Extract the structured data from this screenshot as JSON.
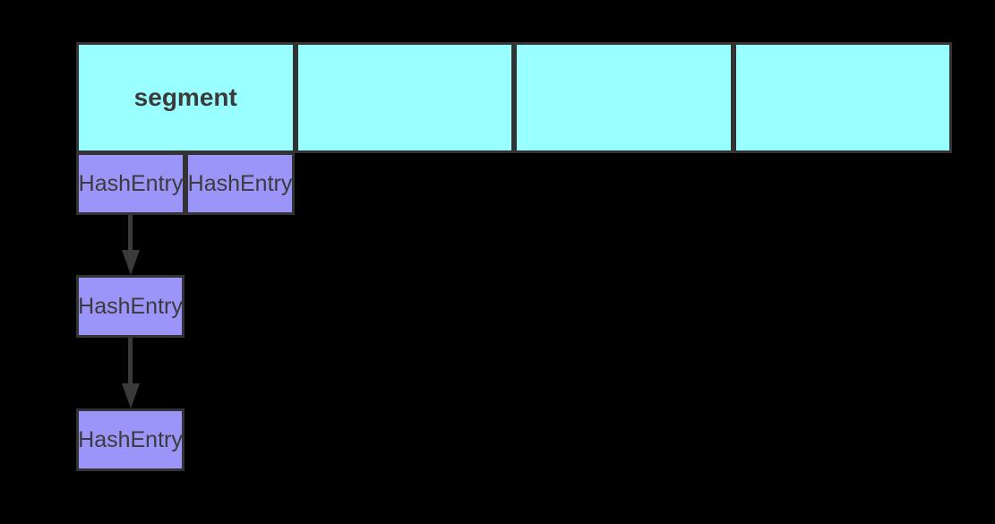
{
  "colors": {
    "background": "#000000",
    "segment_fill": "#99FFFF",
    "hash_entry_fill": "#9B95F9",
    "border": "#333333",
    "text": "#3B3B3B",
    "arrow": "#3A3A3A"
  },
  "segment_array": {
    "cells": [
      {
        "label": "segment"
      },
      {
        "label": ""
      },
      {
        "label": ""
      },
      {
        "label": ""
      }
    ]
  },
  "hash_entry_bucket_row": {
    "entries": [
      {
        "label": "HashEntry"
      },
      {
        "label": "HashEntry"
      }
    ]
  },
  "linked_chain": {
    "nodes": [
      {
        "label": "HashEntry"
      },
      {
        "label": "HashEntry"
      }
    ]
  }
}
